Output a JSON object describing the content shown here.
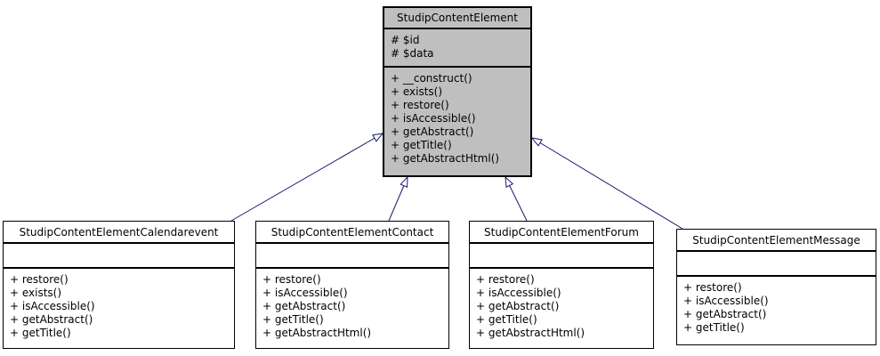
{
  "diagram": {
    "type": "uml-class-inheritance",
    "arrow_color": "#191970",
    "highlight_fill": "#bfbfbf",
    "node_fill": "#ffffff",
    "classes": [
      {
        "key": "parent",
        "name": "StudipContentElement",
        "attributes": [
          "# $id",
          "# $data"
        ],
        "methods": [
          "+ __construct()",
          "+ exists()",
          "+ restore()",
          "+ isAccessible()",
          "+ getAbstract()",
          "+ getTitle()",
          "+ getAbstractHtml()"
        ]
      },
      {
        "key": "calendarevent",
        "name": "StudipContentElementCalendarevent",
        "attributes": [],
        "methods": [
          "+ restore()",
          "+ exists()",
          "+ isAccessible()",
          "+ getAbstract()",
          "+ getTitle()"
        ]
      },
      {
        "key": "contact",
        "name": "StudipContentElementContact",
        "attributes": [],
        "methods": [
          "+ restore()",
          "+ isAccessible()",
          "+ getAbstract()",
          "+ getTitle()",
          "+ getAbstractHtml()"
        ]
      },
      {
        "key": "forum",
        "name": "StudipContentElementForum",
        "attributes": [],
        "methods": [
          "+ restore()",
          "+ isAccessible()",
          "+ getAbstract()",
          "+ getTitle()",
          "+ getAbstractHtml()"
        ]
      },
      {
        "key": "message",
        "name": "StudipContentElementMessage",
        "attributes": [],
        "methods": [
          "+ restore()",
          "+ isAccessible()",
          "+ getAbstract()",
          "+ getTitle()"
        ]
      }
    ],
    "edges": [
      {
        "from": "StudipContentElementCalendarevent",
        "to": "StudipContentElement",
        "relation": "inherits"
      },
      {
        "from": "StudipContentElementContact",
        "to": "StudipContentElement",
        "relation": "inherits"
      },
      {
        "from": "StudipContentElementForum",
        "to": "StudipContentElement",
        "relation": "inherits"
      },
      {
        "from": "StudipContentElementMessage",
        "to": "StudipContentElement",
        "relation": "inherits"
      }
    ]
  }
}
